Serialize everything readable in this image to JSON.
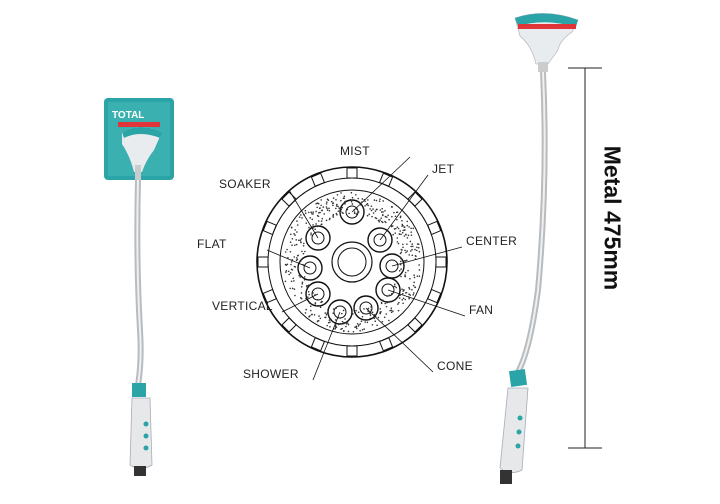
{
  "brand": "TOTAL",
  "colors": {
    "accent": "#2aa4a6",
    "red": "#e0363a",
    "metal": "#c9ccce",
    "line": "#222222"
  },
  "spray_patterns": [
    {
      "id": "mist",
      "label": "MIST"
    },
    {
      "id": "soaker",
      "label": "SOAKER"
    },
    {
      "id": "jet",
      "label": "JET"
    },
    {
      "id": "center",
      "label": "CENTER"
    },
    {
      "id": "flat",
      "label": "FLAT"
    },
    {
      "id": "fan",
      "label": "FAN"
    },
    {
      "id": "vertical",
      "label": "VERTICAL"
    },
    {
      "id": "cone",
      "label": "CONE"
    },
    {
      "id": "shower",
      "label": "SHOWER"
    }
  ],
  "dimension": {
    "label": "Metal  475mm"
  }
}
